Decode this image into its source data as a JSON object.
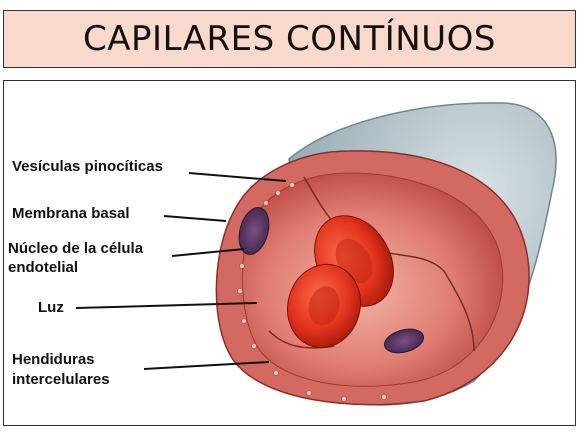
{
  "title": "CAPILARES CONTÍNUOS",
  "labels": {
    "pinocytic_vesicles": "Vesículas pinocíticas",
    "basal_membrane": "Membrana basal",
    "nucleus_line1": "Núcleo de la célula",
    "nucleus_line2": "endotelial",
    "lumen": "Luz",
    "clefts_line1": "Hendiduras",
    "clefts_line2": "intercelulares"
  }
}
